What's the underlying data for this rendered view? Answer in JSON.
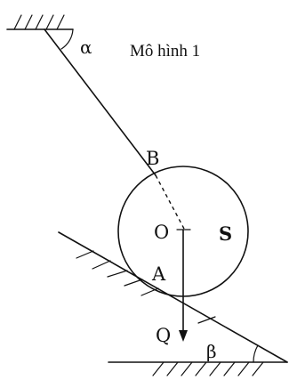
{
  "title": "Mô hình 1",
  "labels": {
    "alpha": "α",
    "beta": "β",
    "B": "B",
    "O": "O",
    "S": "S",
    "A": "A",
    "Q": "Q"
  }
}
